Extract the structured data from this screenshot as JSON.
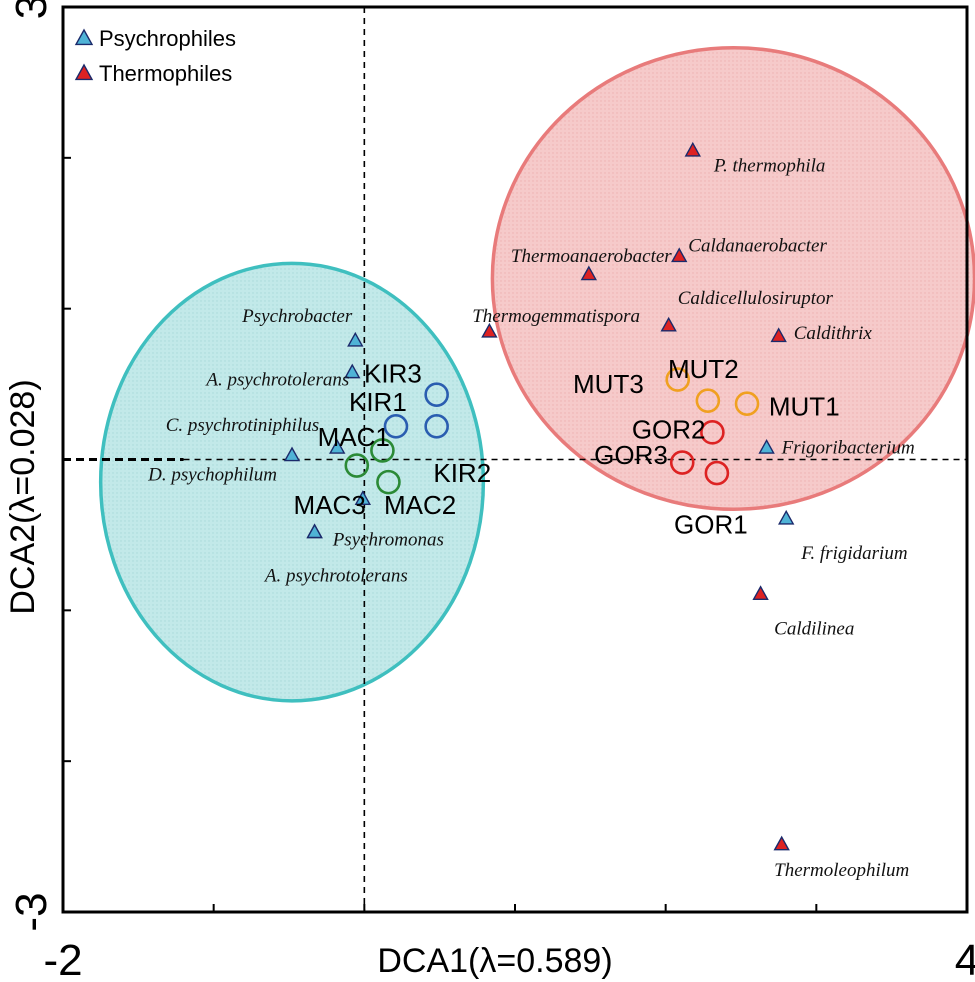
{
  "chart_data": {
    "type": "scatter",
    "xlabel": "DCA1(λ=0.589)",
    "ylabel": "DCA2(λ=0.028)",
    "xlim": [
      -2,
      4
    ],
    "ylim": [
      -3,
      3
    ],
    "x_tick_labels": [
      {
        "v": -2,
        "t": "-2"
      },
      {
        "v": 4,
        "t": "4"
      }
    ],
    "y_tick_labels": [
      {
        "v": 3,
        "t": "3"
      },
      {
        "v": -3,
        "t": "-3"
      }
    ],
    "x_ticks": [
      -1,
      0,
      1,
      2,
      3
    ],
    "y_ticks": [
      -2,
      -1,
      0,
      1,
      2
    ],
    "legend": [
      {
        "name": "Psychrophiles",
        "color": "#4fb3d6"
      },
      {
        "name": "Thermophiles",
        "color": "#dd2222"
      }
    ],
    "ellipses": [
      {
        "group": "psychro",
        "cx": -0.48,
        "cy": -0.15,
        "rx": 1.27,
        "ry": 1.45,
        "fill": "#bfe8e8",
        "stroke": "#3fbfbf"
      },
      {
        "group": "thermo",
        "cx": 2.45,
        "cy": 1.2,
        "rx": 1.6,
        "ry": 1.53,
        "fill": "#f5c5c5",
        "stroke": "#e87b7b"
      }
    ],
    "psychrophiles": [
      {
        "name": "Psychrobacter",
        "x": -0.06,
        "y": 0.79,
        "lx": -0.08,
        "ly": 0.95,
        "anchor": "end"
      },
      {
        "name": "A. psychrotolerans",
        "x": -0.08,
        "y": 0.58,
        "lx": -0.1,
        "ly": 0.53,
        "anchor": "end"
      },
      {
        "name": "C. psychrotiniphilus",
        "x": -0.18,
        "y": 0.08,
        "lx": -0.3,
        "ly": 0.23,
        "anchor": "end"
      },
      {
        "name": "D. psychophilum",
        "x": -0.48,
        "y": 0.03,
        "lx": -0.58,
        "ly": -0.1,
        "anchor": "end"
      },
      {
        "name": "",
        "x": -0.01,
        "y": -0.26,
        "lx": 0,
        "ly": 0,
        "anchor": "start"
      },
      {
        "name": "Psychromonas",
        "x": -0.33,
        "y": -0.48,
        "lx": -0.21,
        "ly": -0.53,
        "anchor": "start"
      },
      {
        "name": "A. psychrotolerans",
        "x": -0.33,
        "y": -0.48,
        "lx": -0.66,
        "ly": -0.77,
        "anchor": "start"
      },
      {
        "name": "Frigoribacterium",
        "x": 2.67,
        "y": 0.08,
        "lx": 2.77,
        "ly": 0.08,
        "anchor": "start"
      },
      {
        "name": "F. frigidarium",
        "x": 2.8,
        "y": -0.39,
        "lx": 2.9,
        "ly": -0.62,
        "anchor": "start"
      }
    ],
    "thermophiles": [
      {
        "name": "P. thermophila",
        "x": 2.18,
        "y": 2.05,
        "lx": 2.32,
        "ly": 1.95,
        "anchor": "start"
      },
      {
        "name": "Caldanaerobacter",
        "x": 2.09,
        "y": 1.35,
        "lx": 2.15,
        "ly": 1.42,
        "anchor": "start"
      },
      {
        "name": "Thermoanaerobacter",
        "x": 1.49,
        "y": 1.23,
        "lx": 2.04,
        "ly": 1.35,
        "anchor": "end"
      },
      {
        "name": "Caldicellulosiruptor",
        "x": 2.02,
        "y": 0.89,
        "lx": 2.08,
        "ly": 1.07,
        "anchor": "start"
      },
      {
        "name": "Thermogemmatispora",
        "x": 0.83,
        "y": 0.85,
        "lx": 1.83,
        "ly": 0.95,
        "anchor": "end"
      },
      {
        "name": "Caldithrix",
        "x": 2.75,
        "y": 0.82,
        "lx": 2.85,
        "ly": 0.84,
        "anchor": "start"
      },
      {
        "name": "Caldilinea",
        "x": 2.63,
        "y": -0.89,
        "lx": 2.72,
        "ly": -1.12,
        "anchor": "start"
      },
      {
        "name": "Thermoleophilum",
        "x": 2.77,
        "y": -2.55,
        "lx": 2.72,
        "ly": -2.72,
        "anchor": "start"
      }
    ],
    "sites": [
      {
        "name": "KIR3",
        "x": 0.48,
        "y": 0.43,
        "lx": 0.19,
        "ly": 0.57,
        "color": "#2a5db0",
        "anchor": "middle"
      },
      {
        "name": "KIR1",
        "x": 0.21,
        "y": 0.22,
        "lx": 0.09,
        "ly": 0.38,
        "color": "#2a5db0",
        "anchor": "middle"
      },
      {
        "name": "KIR2",
        "x": 0.48,
        "y": 0.22,
        "lx": 0.65,
        "ly": -0.09,
        "color": "#2a5db0",
        "anchor": "middle"
      },
      {
        "name": "MAC1",
        "x": 0.12,
        "y": 0.06,
        "lx": -0.07,
        "ly": 0.15,
        "color": "#2b8a36",
        "anchor": "middle"
      },
      {
        "name": "MAC3",
        "x": -0.05,
        "y": -0.04,
        "lx": -0.23,
        "ly": -0.3,
        "color": "#2b8a36",
        "anchor": "middle"
      },
      {
        "name": "MAC2",
        "x": 0.16,
        "y": -0.15,
        "lx": 0.37,
        "ly": -0.3,
        "color": "#2b8a36",
        "anchor": "middle"
      },
      {
        "name": "MUT3",
        "x": 2.08,
        "y": 0.53,
        "lx": 1.62,
        "ly": 0.5,
        "color": "#f0a020",
        "anchor": "middle"
      },
      {
        "name": "MUT2",
        "x": 2.28,
        "y": 0.39,
        "lx": 2.25,
        "ly": 0.6,
        "color": "#f0a020",
        "anchor": "middle"
      },
      {
        "name": "MUT1",
        "x": 2.54,
        "y": 0.37,
        "lx": 2.92,
        "ly": 0.35,
        "color": "#f0a020",
        "anchor": "middle"
      },
      {
        "name": "GOR2",
        "x": 2.31,
        "y": 0.18,
        "lx": 2.02,
        "ly": 0.2,
        "color": "#dd2222",
        "anchor": "middle"
      },
      {
        "name": "GOR3",
        "x": 2.11,
        "y": -0.02,
        "lx": 1.77,
        "ly": 0.03,
        "color": "#dd2222",
        "anchor": "middle"
      },
      {
        "name": "GOR1",
        "x": 2.34,
        "y": -0.09,
        "lx": 2.3,
        "ly": -0.43,
        "color": "#dd2222",
        "anchor": "middle"
      }
    ]
  }
}
